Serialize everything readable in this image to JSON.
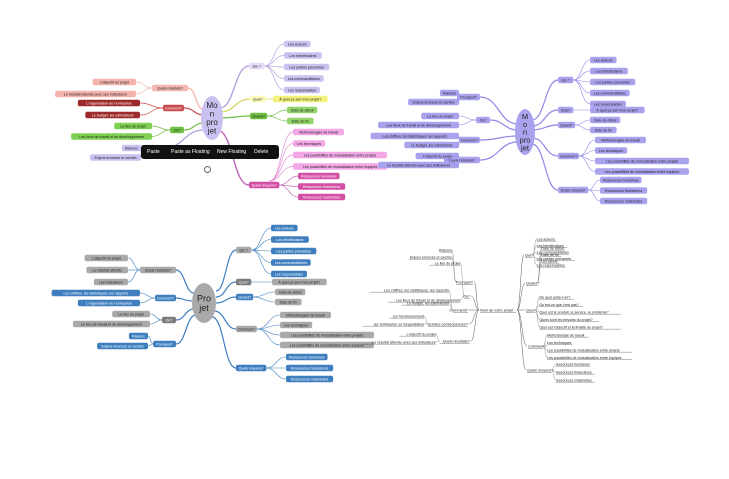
{
  "colors": {
    "lavender": "#c9c2f0",
    "purple": "#a9a3ee",
    "pink": "#f2a8e6",
    "magenta": "#d34fa4",
    "salmon": "#f2b3ad",
    "red": "#c94a4a",
    "darkred": "#9e2b2b",
    "green": "#6fbf45",
    "yellow": "#f4f27a",
    "blue": "#3f7fbf",
    "gray": "#a9a9a9",
    "darkgray": "#7b7b7b",
    "line": "#333333"
  },
  "q1": {
    "center": [
      "Mo",
      "n",
      "pro",
      "jet"
    ],
    "context_menu": [
      "Paste",
      "Paste as Floating",
      "New Floating",
      "Delete"
    ],
    "qui": {
      "label": "Qui ?",
      "items": [
        "Les acteurs",
        "Les bénéficiaires",
        "Les parties prenantes",
        "Les commanditaires",
        "Les responsables"
      ]
    },
    "quoi": {
      "label": "Quoi?",
      "text": "À quoi ça sert mon projet?"
    },
    "quand": {
      "label": "Quand?",
      "items": [
        "Date de début",
        "Date de fin"
      ]
    },
    "moyens": {
      "label": "Quels moyens?",
      "items": [
        "Méthodologies de travail",
        "Les techniques",
        "Les possibilités de mutualisation entre projets",
        "Les possibilités de mutualisation entre équipes"
      ]
    },
    "res": [
      "Ressources humaines",
      "Ressources financières",
      "Ressources matérielles"
    ],
    "resultats": {
      "label": "Quels résultats?",
      "items": [
        "L'objectif du projet",
        "Le résultat attendu avec ses indicateurs"
      ]
    },
    "comment": {
      "label": "Comment?",
      "items": [
        "L'organisation de l'entreprise",
        "Le budget, les estimations"
      ]
    },
    "ou": {
      "label": "Où?",
      "items": [
        "Le lieu du projet",
        "Les lieux de travail et de développement"
      ]
    },
    "pourquoi": {
      "label": "Pourquoi?",
      "items": [
        "Raisons",
        "Enjeux énoncés et cachés"
      ]
    }
  },
  "q2": {
    "center": [
      "M",
      "o",
      "n",
      "pro",
      "jet"
    ],
    "left": {
      "pourquoi": {
        "label": "Pourquoi?",
        "items": [
          "Raisons",
          "Enjeux énoncés et cachés"
        ]
      },
      "ou": {
        "label": "Où?",
        "items": [
          "Le lieu du projet",
          "Les lieux de travail et de développement"
        ]
      },
      "comment": {
        "label": "Comment?",
        "items": [
          "Les chiffres, les statistiques, les rapports",
          "Le budget, les estimations"
        ]
      },
      "resultats": {
        "label": "Quels résultats?",
        "items": [
          "L'objectif du projet",
          "Le résultat attendu avec ses indicateurs"
        ]
      }
    },
    "right": {
      "qui": {
        "label": "Qui ?",
        "items": [
          "Les acteurs",
          "Les bénéficiaires",
          "Les parties prenantes",
          "Les commanditaires",
          "Les responsables"
        ]
      },
      "quoi": {
        "label": "Quoi?",
        "text": "À quoi ça sert mon projet?"
      },
      "quand": {
        "label": "Quand?",
        "items": [
          "Date de début",
          "Date de fin"
        ]
      },
      "comment": {
        "label": "Comment?",
        "items": [
          "Méthodologies de travail",
          "Les techniques",
          "Les possibilités de mutualisation entre projets",
          "Les possibilités de mutualisation entre équipes"
        ]
      },
      "moyens": {
        "label": "Quels moyens?",
        "items": [
          "Ressources humaines",
          "Ressources financières",
          "Ressources matérielles"
        ]
      }
    }
  },
  "q3": {
    "center": [
      "Pro",
      "jet"
    ],
    "left": {
      "resultats": {
        "label": "Quels résultats?",
        "items": [
          "L'objectif du projet",
          "Le résultat attendu",
          "Les indicateurs"
        ]
      },
      "comment": {
        "label": "Comment?",
        "items": [
          "Les chiffres, les statistiques, les rapports",
          "L'organisation de l'entreprise"
        ]
      },
      "ou": {
        "label": "Où?",
        "items": [
          "Le lieu du projet",
          "Le lieu de travail et de développement"
        ]
      },
      "pourquoi": {
        "label": "Pourquoi?",
        "items": [
          "Raisons",
          "Enjeux énoncés et cachés"
        ]
      }
    },
    "right": {
      "qui": {
        "label": "Qui ?",
        "items": [
          "Les acteurs",
          "Les bénéficiaires",
          "Les parties prenantes",
          "Les commanditaires",
          "Les responsables"
        ]
      },
      "quoi": {
        "label": "Quoi?",
        "text": "À quoi ça sert mon projet?"
      },
      "quand": {
        "label": "Quand?",
        "items": [
          "Date de début",
          "Date de fin"
        ]
      },
      "comment": {
        "label": "Comment?",
        "items": [
          "Méthodologies de travail",
          "Les techniques",
          "Les possibilités de mutualisation entre projets",
          "Les possibilités de mutualisation entre équipes"
        ]
      },
      "moyens": {
        "label": "Quels moyens?",
        "items": [
          "Ressources humaines",
          "Ressources financières",
          "Ressources matérielles"
        ]
      }
    }
  },
  "q4": {
    "center": "Nom de votre projet",
    "left": {
      "pourquoi": {
        "label": "Pourquoi?",
        "items": [
          "Raisons",
          "Enjeux énoncés et cachés"
        ]
      },
      "ou": {
        "label": "Où?",
        "items": [
          "Le lieu du projet",
          "Les lieux de travail et de développement"
        ]
      },
      "comment": {
        "label": "Comment?",
        "items": [
          "Les chiffres, les statistiques, les rapports",
          "Le budget, les estimations"
        ]
      },
      "consequences": {
        "label": "Quelles conséquences?",
        "items": [
          "sur l'environnement",
          "sur l'entreprise ou l'organisation"
        ]
      },
      "resultats": {
        "label": "Quels résultats?",
        "items": [
          "L'objectif du projet",
          "Le résultat attendu avec ses indicateurs"
        ]
      }
    },
    "right": {
      "qui": {
        "label": "Qui?",
        "items": [
          "Les acteurs",
          "Les bénéficiaires",
          "Les commanditaires",
          "Les parties prenantes",
          "Les responsables"
        ]
      },
      "quand": {
        "label": "Quand?",
        "items": [
          "Date de début",
          "Date de fin",
          "Les jalons"
        ]
      },
      "quoi": {
        "label": "Quoi?",
        "items": [
          "De quoi parle-t-on?",
          "Qu'est-ce que c'est pas?",
          "Quel est le produit, le service, le problème?",
          "Quels sont les besoins du projet?",
          "Quel est l'objectif et la finalité du projet?"
        ]
      },
      "comment": {
        "label": "Comment?",
        "items": [
          "Méthodologie de travail",
          "Les techniques",
          "Les possibilités de mutualisation entre projets",
          "Les possibilités de mutualisation entre équipes"
        ]
      },
      "moyens": {
        "label": "Quels moyens?",
        "items": [
          "ressources humaines",
          "ressources financières",
          "ressources matérielles"
        ]
      }
    }
  }
}
